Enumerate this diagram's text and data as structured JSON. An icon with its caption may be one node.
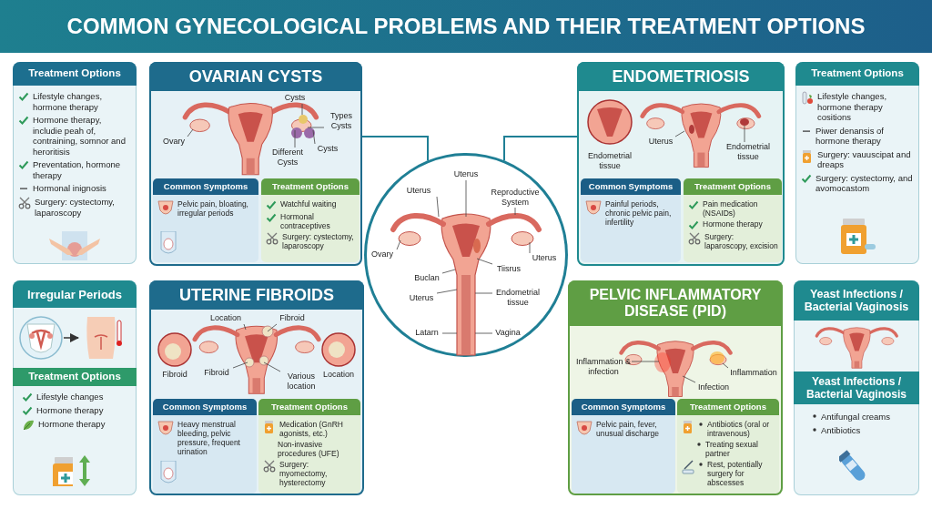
{
  "diagram": {
    "title": "COMMON GYNECOLOGICAL PROBLEMS AND THEIR TREATMENT OPTIONS",
    "nodes": [
      {
        "text": [
          "Treatment Options",
          "Lifestyle changes, hormone therapy",
          "Hormone therapy, includie peah of, contraining, somnor and heroritisis",
          "Preventation, hormone therapy",
          "Hormonal inignosis",
          "Surgery: cystectomy, laparoscopy"
        ]
      },
      {
        "text": [
          "OVARIAN CYSTS"
        ]
      },
      {
        "text": [
          "Cysts"
        ],
        "in": 1
      },
      {
        "text": [
          "Types Cysts"
        ],
        "in": 1
      },
      {
        "text": [
          "Ovary"
        ],
        "in": 1
      },
      {
        "text": [
          "Different Cysts"
        ],
        "in": 1
      },
      {
        "text": [
          "Cysts"
        ],
        "in": 1
      },
      {
        "text": [
          "Common Symptoms",
          "Pelvic pain, bloating, irregular periods"
        ],
        "in": 1
      },
      {
        "text": [
          "Treatment Options",
          "Watchful waiting",
          "Hormonal contraceptives",
          "Surgery: cystectomy, laparoscopy"
        ],
        "in": 1
      },
      {
        "text": [],
        "shape": "circle"
      },
      {
        "text": [
          "Uterus"
        ],
        "in": 9
      },
      {
        "text": [
          "Uterus"
        ],
        "in": 9
      },
      {
        "text": [
          "Reproductive System"
        ],
        "in": 9
      },
      {
        "text": [
          "Ovary"
        ],
        "in": 9
      },
      {
        "text": [
          "Buclan"
        ],
        "in": 9
      },
      {
        "text": [
          "Tiisrus"
        ],
        "in": 9
      },
      {
        "text": [
          "Uterus"
        ],
        "in": 9
      },
      {
        "text": [
          "Uterus"
        ],
        "in": 9
      },
      {
        "text": [
          "Endometrial tissue"
        ],
        "in": 9
      },
      {
        "text": [
          "Latarn"
        ],
        "in": 9
      },
      {
        "text": [
          "Vagina"
        ],
        "in": 9
      },
      {
        "text": [
          "ENDOMETRIOSIS"
        ]
      },
      {
        "text": [
          "Uterus"
        ],
        "in": 21
      },
      {
        "text": [
          "Endometrial tissue"
        ],
        "in": 21
      },
      {
        "text": [
          "Common Symptoms",
          "Painful periods, chronic pelvic pain, infertility"
        ],
        "in": 21
      },
      {
        "text": [
          "Treatment Options",
          "Pain medication (NSAIDs)",
          "Hormone therapy",
          "Surgery: laparoscopy, excision"
        ],
        "in": 21
      },
      {
        "text": [
          "Treatment Options",
          "Lifestyle changes, hormone therapy cositions",
          "Piwer denansis of hormone therapy",
          "Surgery: vauuscipat and dreaps",
          "Surgery: cystectomy, and avomocastom"
        ]
      },
      {
        "text": [
          "Irregular Periods",
          "Treatment Options",
          "Lifestyle changes",
          "Hormone therapy",
          "Hormone therapy"
        ]
      },
      {
        "text": [],
        "shape": "picture",
        "in": 27
      },
      {
        "text": [],
        "shape": "picture",
        "in": 27
      },
      {
        "text": [
          "UTERINE FIBROIDS"
        ]
      },
      {
        "text": [
          "Location"
        ],
        "in": 30
      },
      {
        "text": [
          "Fibroid"
        ],
        "in": 30
      },
      {
        "text": [
          "Fibroid"
        ],
        "in": 30
      },
      {
        "text": [
          "Various location"
        ],
        "in": 30
      },
      {
        "text": [
          "Common Symptoms",
          "Heavy menstrual bleeding, pelvic pressure, frequent urination"
        ],
        "in": 30
      },
      {
        "text": [
          "Treatment Options",
          "Medication (GnRH agonists, etc.)",
          "Non-invasive procedures (UFE)",
          "Surgery: myomectomy, hysterectomy"
        ],
        "in": 30
      },
      {
        "text": [
          "PELVIC INFLAMMATORY DISEASE (PID)"
        ]
      },
      {
        "text": [
          "Inflammation & infection"
        ],
        "in": 37
      },
      {
        "text": [
          "Inflammation"
        ],
        "in": 37
      },
      {
        "text": [
          "Infection"
        ],
        "in": 37
      },
      {
        "text": [
          "Common Symptoms",
          "Pelvic pain, fever, unusual discharge"
        ],
        "in": 37
      },
      {
        "text": [
          "Treatment Options",
          "Antibiotics (oral or intravenous)",
          "Treating sexual partner",
          "Rest, potentially surgery for abscesses"
        ],
        "in": 37
      },
      {
        "text": [
          "Yeast Infections / Bacterial Vaginosis",
          "Yeast Infections / Bacterial Vaginosis",
          "Antifungal creams",
          "Antibiotics"
        ]
      },
      {
        "text": [],
        "shape": "picture",
        "in": 1
      },
      {
        "text": [],
        "shape": "picture",
        "in": 9
      },
      {
        "text": [],
        "shape": "picture",
        "in": 21
      },
      {
        "text": [],
        "shape": "picture",
        "in": 30
      },
      {
        "text": [],
        "shape": "picture",
        "in": 37
      },
      {
        "text": [],
        "shape": "picture",
        "in": 9
      },
      {
        "text": [],
        "shape": "picture",
        "in": 21
      },
      {
        "text": [],
        "shape": "picture",
        "in": 37
      }
    ],
    "edges": [
      {
        "from": 2,
        "to": 44,
        "arrow": "none"
      },
      {
        "from": 3,
        "to": 44,
        "arrow": "none"
      },
      {
        "from": 4,
        "to": 44,
        "arrow": "none"
      },
      {
        "from": 5,
        "to": 44,
        "arrow": "none"
      },
      {
        "from": 6,
        "to": 44,
        "arrow": "none"
      },
      {
        "from": 1,
        "to": 9,
        "arrow": "none"
      },
      {
        "from": 10,
        "to": 45,
        "arrow": "none"
      },
      {
        "from": 11,
        "to": 49,
        "arrow": "none"
      },
      {
        "from": 12,
        "to": 49,
        "arrow": "none"
      },
      {
        "from": 13,
        "to": 49,
        "arrow": "none"
      },
      {
        "from": 14,
        "to": 45,
        "arrow": "none"
      },
      {
        "from": 15,
        "to": 45,
        "arrow": "none"
      },
      {
        "from": 16,
        "to": 49,
        "arrow": "none"
      },
      {
        "from": 17,
        "to": 45,
        "arrow": "none"
      },
      {
        "from": 18,
        "to": 45,
        "arrow": "none"
      },
      {
        "from": 19,
        "to": 45,
        "arrow": "none"
      },
      {
        "from": 20,
        "to": 45,
        "arrow": "none"
      },
      {
        "from": 21,
        "to": 9,
        "arrow": "none"
      },
      {
        "from": 22,
        "to": 46,
        "arrow": "none"
      },
      {
        "from": 23,
        "to": 50,
        "arrow": "none"
      },
      {
        "from": 28,
        "to": 29,
        "arrow": "to"
      },
      {
        "from": 31,
        "to": 47,
        "arrow": "none"
      },
      {
        "from": 32,
        "to": 47,
        "arrow": "none"
      },
      {
        "from": 33,
        "to": 47,
        "arrow": "none"
      },
      {
        "from": 34,
        "to": 47,
        "arrow": "none"
      },
      {
        "from": 38,
        "to": 48,
        "arrow": "none"
      },
      {
        "from": 39,
        "to": 51,
        "arrow": "none"
      },
      {
        "from": 40,
        "to": 48,
        "arrow": "none"
      }
    ],
    "labels": [
      "Endometrial tissue",
      "Fibroid",
      "Location"
    ]
  }
}
